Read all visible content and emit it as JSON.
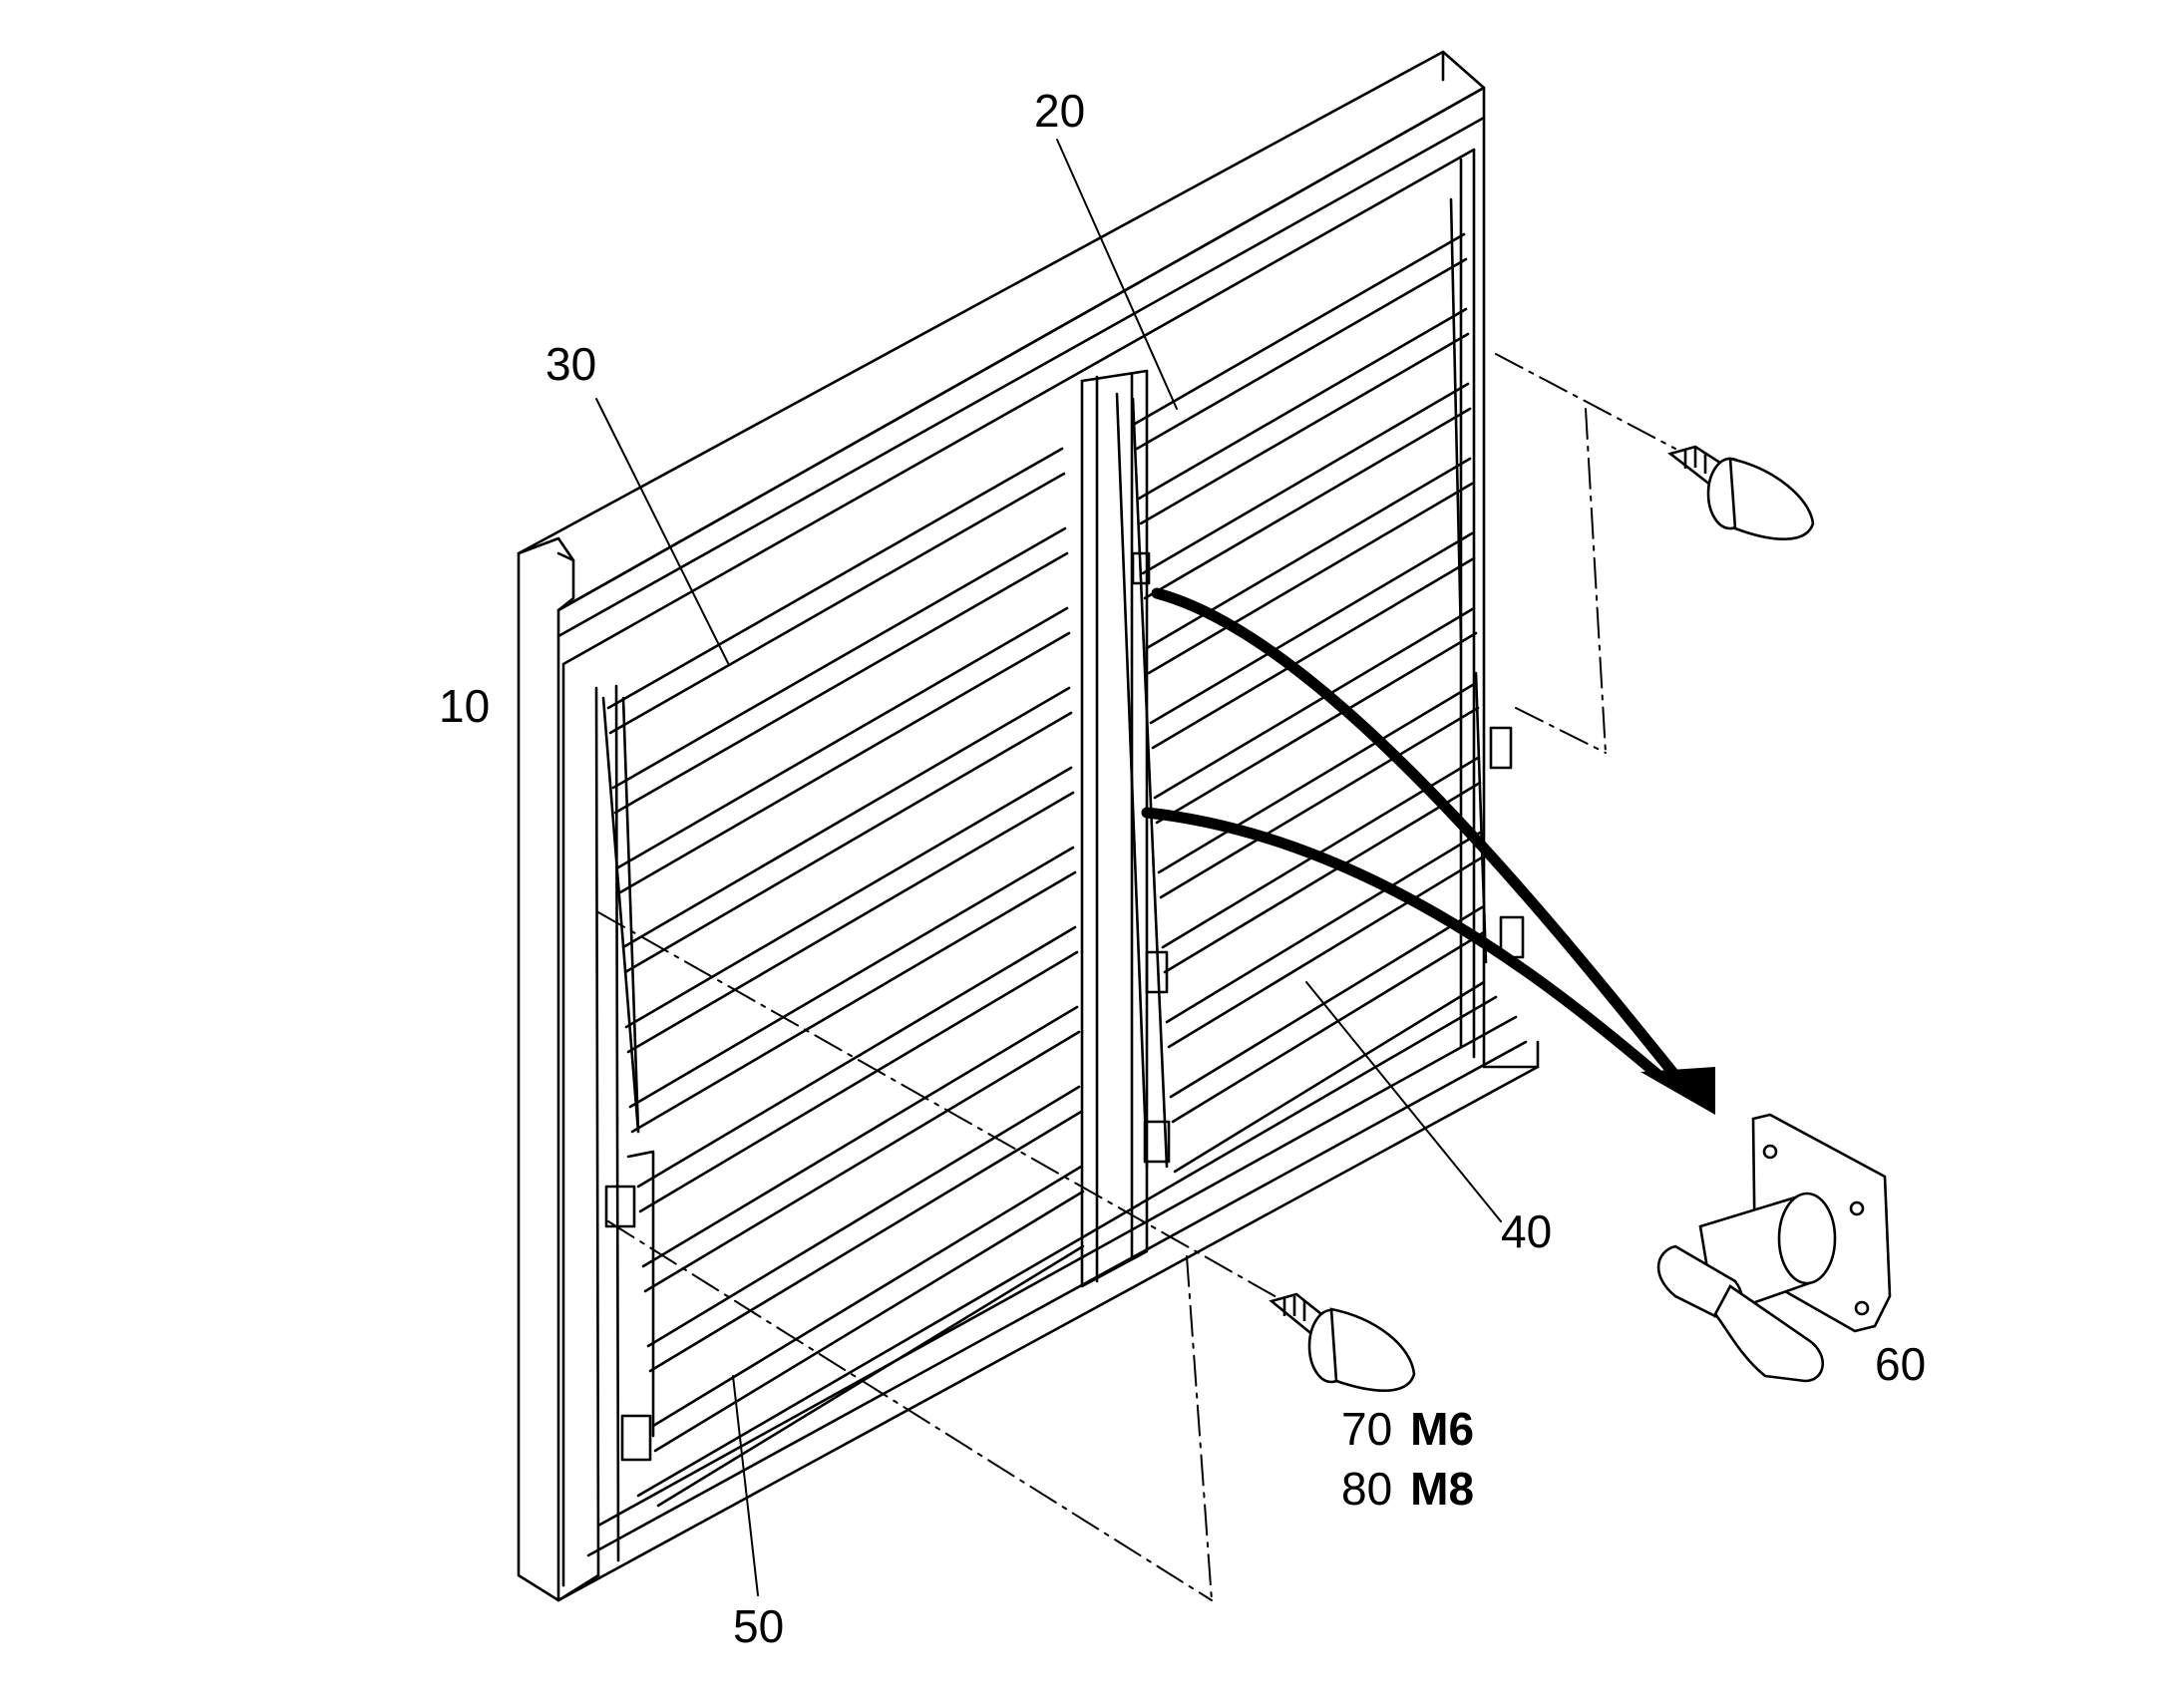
{
  "labels": {
    "frame": "10",
    "louver_top_right": "20",
    "louver_top_left": "30",
    "louver_bottom_right": "40",
    "louver_bottom_left": "50",
    "latch": "60",
    "bolt_m6_number": "70",
    "bolt_m6_size": "M6",
    "bolt_m8_number": "80",
    "bolt_m8_size": "M8"
  }
}
